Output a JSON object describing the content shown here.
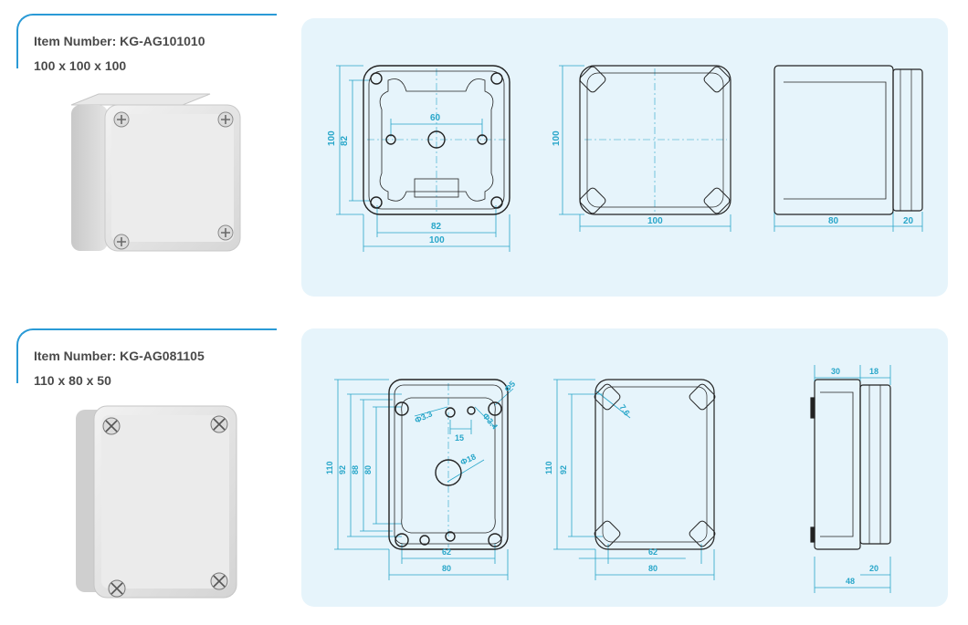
{
  "products": [
    {
      "item_number": "Item Number: KG-AG101010",
      "dimensions": "100 x 100 x 100",
      "dims": {
        "a_height": "100",
        "a_inner": "82",
        "a_holes": "60",
        "a_bottom_inner": "82",
        "a_bottom_width": "100",
        "b_height": "100",
        "b_width": "100",
        "c_depth": "80",
        "c_lid": "20"
      }
    },
    {
      "item_number": "Item Number: KG-AG081105",
      "dimensions": "110 x 80 x 50",
      "dims": {
        "a_h110": "110",
        "a_h92": "92",
        "a_h88": "88",
        "a_h80": "80",
        "a_phi33": "Φ3.3",
        "a_phi5": "Φ5",
        "a_phi34": "Φ3.4",
        "a_15": "15",
        "a_phi18": "Φ18",
        "a_w62": "62",
        "a_w80": "80",
        "b_h110": "110",
        "b_h92": "92",
        "b_76": "7.6",
        "b_w62": "62",
        "b_w80": "80",
        "c_30": "30",
        "c_18": "18",
        "c_20": "20",
        "c_48": "48"
      }
    }
  ],
  "colors": {
    "accent": "#2a9ad6",
    "panel": "#e6f4fb",
    "dimension": "#28a6c9",
    "title": "#4a4a4a"
  }
}
